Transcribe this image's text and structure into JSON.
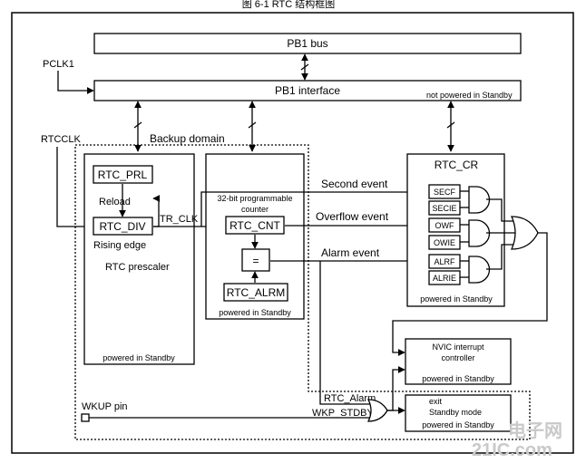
{
  "figure": {
    "caption": "图 6-1 RTC 结构框图"
  },
  "labels": {
    "pb1_bus": "PB1 bus",
    "pclk1": "PCLK1",
    "pb1_interface": "PB1 interface",
    "not_powered": "not powered in Standby",
    "rtcclk": "RTCCLK",
    "backup_domain": "Backup domain",
    "rtc_prl": "RTC_PRL",
    "reload": "Reload",
    "rtc_div": "RTC_DIV",
    "tr_clk": "TR_CLK",
    "rising_edge": "Rising edge",
    "rtc_prescaler": "RTC prescaler",
    "powered_prescaler": "powered in Standby",
    "counter_title_1": "32-bit programmable",
    "counter_title_2": "counter",
    "rtc_cnt": "RTC_CNT",
    "equals": "=",
    "rtc_alrm": "RTC_ALRM",
    "powered_counter": "powered in Standby",
    "second_event": "Second event",
    "overflow_event": "Overflow event",
    "alarm_event": "Alarm event",
    "rtc_cr": "RTC_CR",
    "secf": "SECF",
    "secie": "SECIE",
    "owf": "OWF",
    "owie": "OWIE",
    "alrf": "ALRF",
    "alrie": "ALRIE",
    "powered_cr": "powered in Standby",
    "nvic_1": "NVIC interrupt",
    "nvic_2": "controller",
    "powered_nvic": "powered in Standby",
    "rtc_alarm": "RTC_Alarm",
    "wkup_pin": "WKUP pin",
    "wkp_stdby": "WKP_STDBY",
    "exit_1": "exit",
    "exit_2": "Standby mode",
    "powered_exit": "powered in Standby",
    "watermark_1": "电子网",
    "watermark_2": "21IC.com"
  }
}
